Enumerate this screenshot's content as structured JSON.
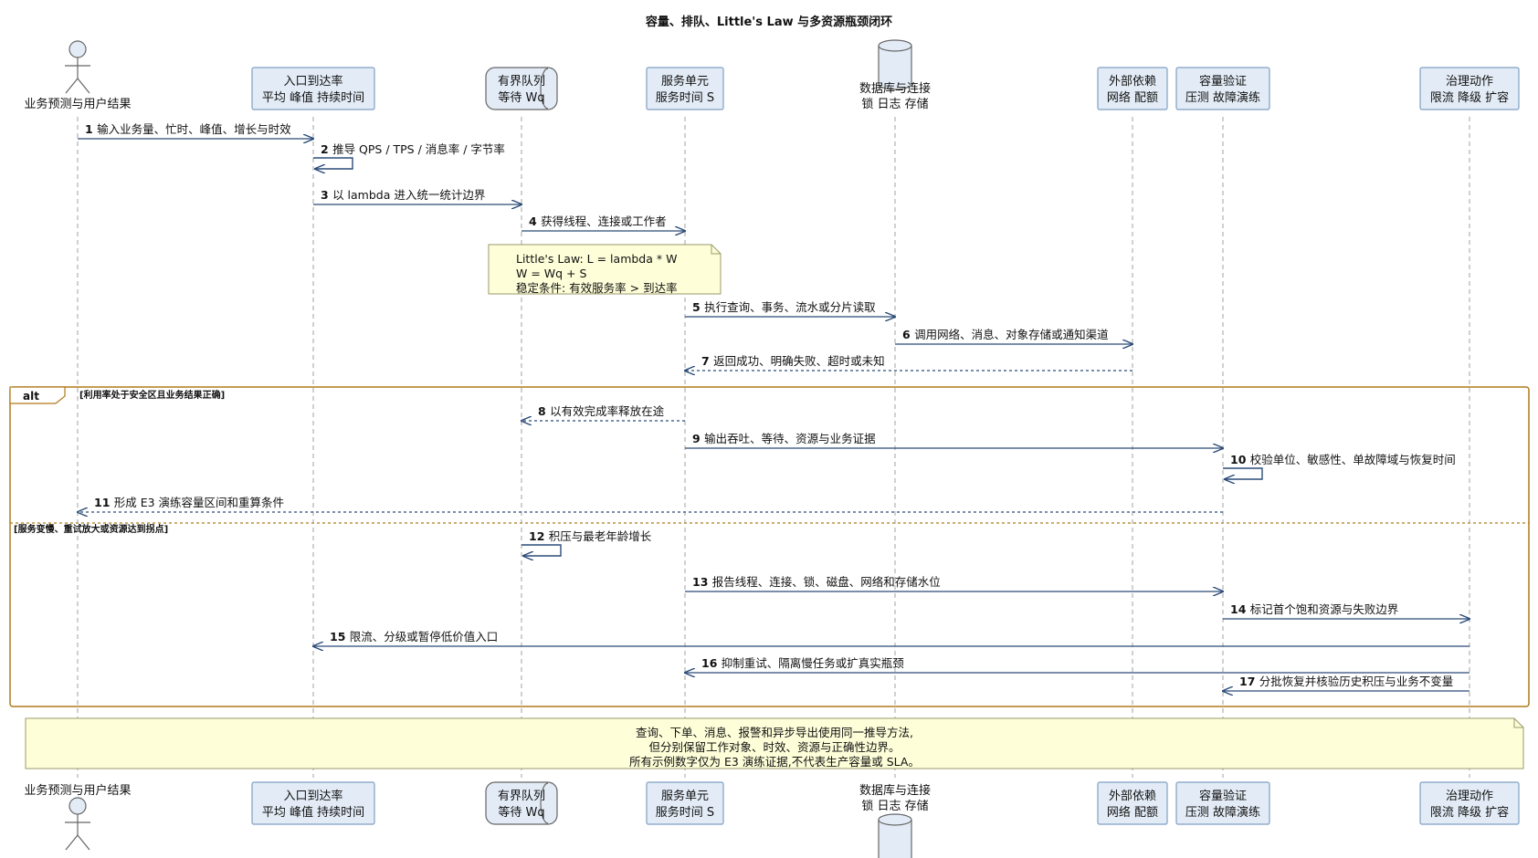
{
  "title": "容量、排队、Little's Law 与多资源瓶颈闭环",
  "colors": {
    "box_fill": "#e3ecf6",
    "box_stroke": "#7f9fc2",
    "arrow": "#2a4b78",
    "note_fill": "#fefed9",
    "note_stroke": "#9a9a6a",
    "frame": "#b07a1a",
    "lifeline": "#a0a0a0"
  },
  "participants": [
    {
      "id": "user",
      "kind": "actor",
      "lines": [
        "业务预测与用户结果"
      ]
    },
    {
      "id": "ingress",
      "kind": "box",
      "lines": [
        "入口到达率",
        "平均 峰值 持续时间"
      ]
    },
    {
      "id": "queue",
      "kind": "queue",
      "lines": [
        "有界队列",
        "等待 Wq"
      ]
    },
    {
      "id": "service",
      "kind": "box",
      "lines": [
        "服务单元",
        "服务时间 S"
      ]
    },
    {
      "id": "db",
      "kind": "database",
      "lines": [
        "数据库与连接",
        "锁 日志 存储"
      ]
    },
    {
      "id": "ext",
      "kind": "box",
      "lines": [
        "外部依赖",
        "网络 配额"
      ]
    },
    {
      "id": "verify",
      "kind": "box",
      "lines": [
        "容量验证",
        "压测 故障演练"
      ]
    },
    {
      "id": "gov",
      "kind": "box",
      "lines": [
        "治理动作",
        "限流 降级 扩容"
      ]
    }
  ],
  "messages": [
    {
      "n": "1",
      "text": "输入业务量、忙时、峰值、增长与时效",
      "from": "user",
      "to": "ingress",
      "style": "solid"
    },
    {
      "n": "2",
      "text": "推导 QPS / TPS / 消息率 / 字节率",
      "from": "ingress",
      "to": "ingress",
      "style": "self"
    },
    {
      "n": "3",
      "text": "以 lambda 进入统一统计边界",
      "from": "ingress",
      "to": "queue",
      "style": "solid"
    },
    {
      "n": "4",
      "text": "获得线程、连接或工作者",
      "from": "queue",
      "to": "service",
      "style": "solid"
    },
    {
      "n": "5",
      "text": "执行查询、事务、流水或分片读取",
      "from": "service",
      "to": "db",
      "style": "solid"
    },
    {
      "n": "6",
      "text": "调用网络、消息、对象存储或通知渠道",
      "from": "db",
      "to": "ext",
      "style": "solid"
    },
    {
      "n": "7",
      "text": "返回成功、明确失败、超时或未知",
      "from": "ext",
      "to": "service",
      "style": "dashed"
    },
    {
      "n": "8",
      "text": "以有效完成率释放在途",
      "from": "service",
      "to": "queue",
      "style": "dashed"
    },
    {
      "n": "9",
      "text": "输出吞吐、等待、资源与业务证据",
      "from": "service",
      "to": "verify",
      "style": "solid"
    },
    {
      "n": "10",
      "text": "校验单位、敏感性、单故障域与恢复时间",
      "from": "verify",
      "to": "verify",
      "style": "self"
    },
    {
      "n": "11",
      "text": "形成 E3 演练容量区间和重算条件",
      "from": "verify",
      "to": "user",
      "style": "dashed"
    },
    {
      "n": "12",
      "text": "积压与最老年龄增长",
      "from": "queue",
      "to": "queue",
      "style": "self"
    },
    {
      "n": "13",
      "text": "报告线程、连接、锁、磁盘、网络和存储水位",
      "from": "service",
      "to": "verify",
      "style": "solid"
    },
    {
      "n": "14",
      "text": "标记首个饱和资源与失败边界",
      "from": "verify",
      "to": "gov",
      "style": "solid"
    },
    {
      "n": "15",
      "text": "限流、分级或暂停低价值入口",
      "from": "gov",
      "to": "ingress",
      "style": "solid"
    },
    {
      "n": "16",
      "text": "抑制重试、隔离慢任务或扩真实瓶颈",
      "from": "gov",
      "to": "service",
      "style": "solid"
    },
    {
      "n": "17",
      "text": "分批恢复并核验历史积压与业务不变量",
      "from": "gov",
      "to": "verify",
      "style": "solid"
    }
  ],
  "note_little": [
    "Little's Law: L = lambda * W",
    "W = Wq + S",
    "稳定条件: 有效服务率 > 到达率"
  ],
  "alt": {
    "keyword": "alt",
    "guard1": "[利用率处于安全区且业务结果正确]",
    "guard2": "[服务变慢、重试放大或资源达到拐点]"
  },
  "note_bottom": [
    "查询、下单、消息、报警和异步导出使用同一推导方法,",
    "但分别保留工作对象、时效、资源与正确性边界。",
    "所有示例数字仅为 E3 演练证据,不代表生产容量或 SLA。"
  ]
}
